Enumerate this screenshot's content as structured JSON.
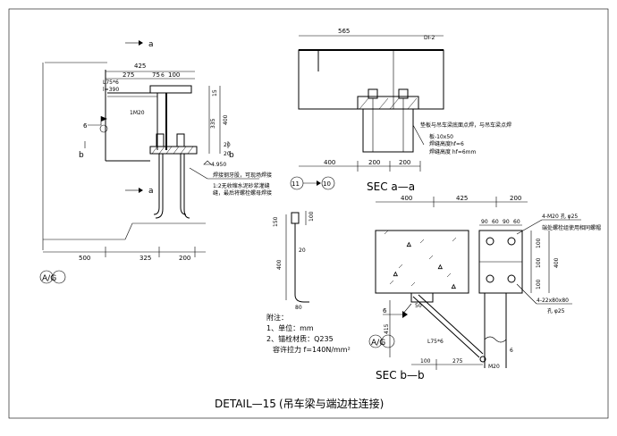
{
  "title": {
    "code": "DETAIL—15",
    "name": "(吊车梁与端边柱连接)"
  },
  "left_view": {
    "dims_top": [
      "425",
      "275",
      "75",
      "6",
      "100"
    ],
    "angle": "L75*6",
    "length": "l=390",
    "bolt": "1M20",
    "weld": "6",
    "dims_right": [
      "15",
      "335",
      "400",
      "20",
      "20"
    ],
    "elevation": "4.950",
    "note1": "焊接钢牙股，可现场焊接",
    "note2": "1:2无收缩水泥砂浆灌缝",
    "note3": "缝，最后将螺栓螺母焊接",
    "section_a": "a",
    "section_b": "b",
    "grid": "A/G",
    "dims_bottom": [
      "500",
      "325",
      "200"
    ]
  },
  "sec_aa": {
    "label": "SEC a—a",
    "dim_top": "565",
    "tag": "DI-2",
    "note1": "垫板与吊车梁底面点焊，与吊车梁点焊",
    "note2": "板-10x50",
    "note3": "焊缝高度hf=6",
    "note4": "焊缝高度 hf=6mm",
    "dims_bottom": [
      "400",
      "200",
      "200"
    ],
    "axis_from": "11",
    "axis_to": "10"
  },
  "anchor_bolt": {
    "dims": [
      "150",
      "100",
      "20",
      "400",
      "80"
    ]
  },
  "notes": {
    "heading": "附注：",
    "n1": "1、单位：mm",
    "n2": "2、锚栓材质：Q235",
    "n3": "容许拉力 f=140N/mm²"
  },
  "sec_bb": {
    "label": "SEC b—b",
    "dims_top": [
      "400",
      "425",
      "200"
    ],
    "dims_small": [
      "90",
      "60",
      "90",
      "60"
    ],
    "bolts": "4-M20 孔 φ25",
    "bolt_note": "端处螺栓组使用相同螺帽",
    "dims_right": [
      "100",
      "100",
      "400",
      "100"
    ],
    "plate": "4-22x80x80",
    "plate_hole": "孔 φ25",
    "weld": "6",
    "dim_vert": "415",
    "dim_50": "50",
    "angle": "L75*6",
    "bolt_m": "M20",
    "dims_bottom": [
      "100",
      "275"
    ],
    "grid": "A/G",
    "weld2": "6"
  }
}
